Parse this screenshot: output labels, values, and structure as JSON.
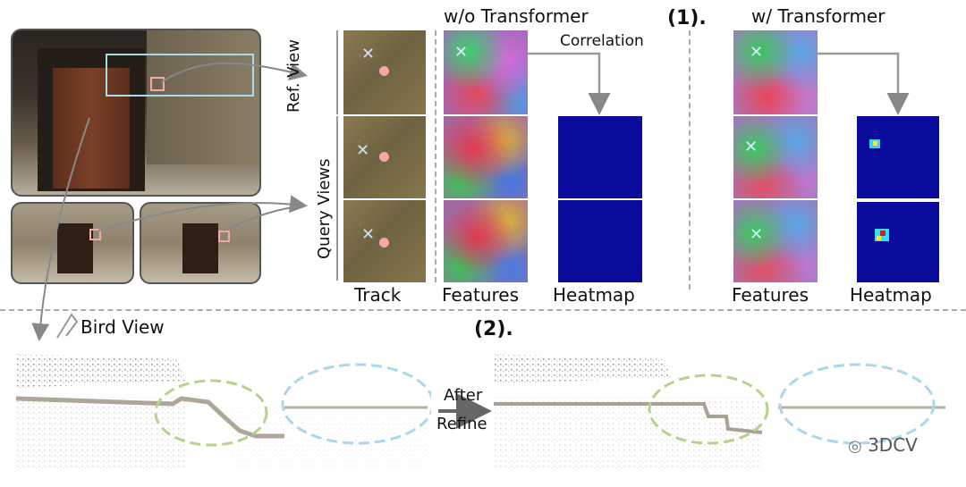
{
  "section1": {
    "row_label_ref": "Ref. View",
    "row_label_query": "Query Views",
    "title_without": "w/o Transformer",
    "title_with": "w/ Transformer",
    "section_number": "(1).",
    "correlation_label": "Correlation",
    "col_label_track": "Track",
    "col_label_features_wo": "Features",
    "col_label_heatmap_wo": "Heatmap",
    "col_label_features_w": "Features",
    "col_label_heatmap_w": "Heatmap"
  },
  "section2": {
    "bird_view_label": "Bird View",
    "section_number": "(2).",
    "after_refine_line1": "After",
    "after_refine_line2": "Refine",
    "watermark": "3DCV"
  },
  "colors": {
    "ref_box": "#a8dde8",
    "track_dot": "#f4a9a9",
    "green_ellipse": "#b5d38a",
    "blue_ellipse": "#a9d7ee",
    "heat_bg": "#0b0c9c"
  }
}
